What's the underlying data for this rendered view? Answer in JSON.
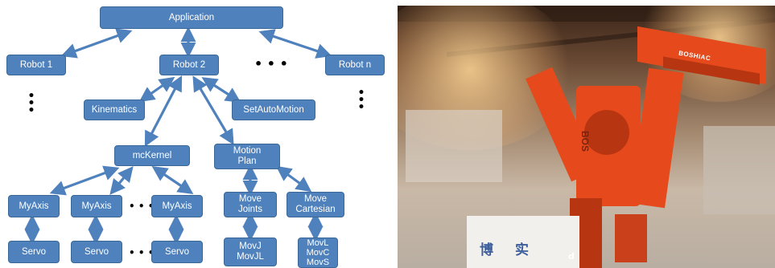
{
  "diagram": {
    "nodes": {
      "application": "Application",
      "robot1": "Robot 1",
      "robot2": "Robot 2",
      "robotn": "Robot n",
      "kinematics": "Kinematics",
      "setautomotion": "SetAutoMotion",
      "mckernel": "mcKernel",
      "motionplan": "Motion\nPlan",
      "myaxis1": "MyAxis",
      "myaxis2": "MyAxis",
      "myaxis3": "MyAxis",
      "servo1": "Servo",
      "servo2": "Servo",
      "servo3": "Servo",
      "movejoints": "Move\nJoints",
      "movecartesian": "Move\nCartesian",
      "movj": "MovJ\nMovJL",
      "movl": "MovL\nMovC\nMovS"
    },
    "ellipsis_h": "• • •",
    "ellipsis_short": "• • •",
    "ellipsis_v": "•\n•\n•",
    "node_color": "#4f81bd",
    "arrow_color": "#4f81bd"
  },
  "photo": {
    "brand_label": "BOSHIAC",
    "side_label": "BOS",
    "cn_char_1": "博",
    "cn_char_2": "实",
    "cn_small": "d"
  }
}
